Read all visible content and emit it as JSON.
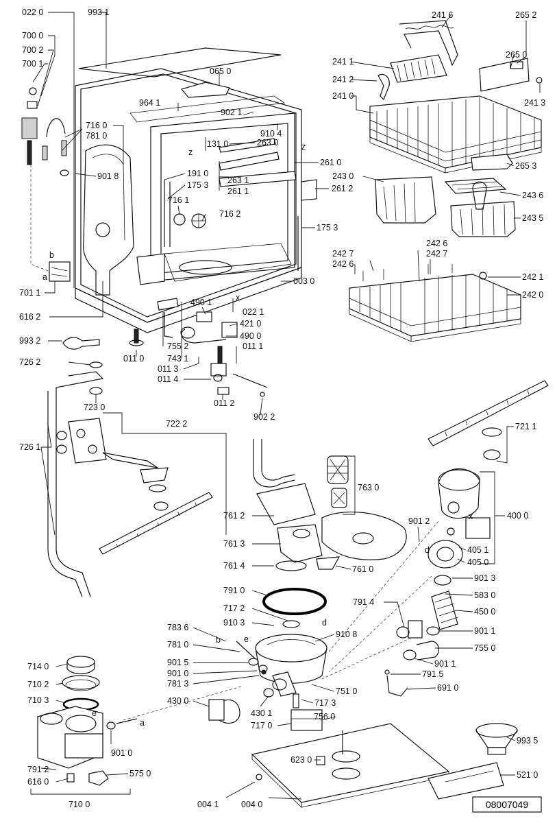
{
  "reference": "08007049",
  "labels": [
    {
      "id": "022_0",
      "text": "022 0"
    },
    {
      "id": "993_1",
      "text": "993 1"
    },
    {
      "id": "700_0",
      "text": "700 0"
    },
    {
      "id": "700_2",
      "text": "700 2"
    },
    {
      "id": "700_1",
      "text": "700 1"
    },
    {
      "id": "065_0",
      "text": "065 0"
    },
    {
      "id": "964_1",
      "text": "964 1"
    },
    {
      "id": "902_1",
      "text": "902 1"
    },
    {
      "id": "716_0",
      "text": "716 0"
    },
    {
      "id": "781_0a",
      "text": "781 0"
    },
    {
      "id": "910_4",
      "text": "910 4"
    },
    {
      "id": "131_0",
      "text": "131 0"
    },
    {
      "id": "263_0",
      "text": "263 0"
    },
    {
      "id": "261_0",
      "text": "261 0"
    },
    {
      "id": "191_0",
      "text": "191 0"
    },
    {
      "id": "175_3a",
      "text": "175 3"
    },
    {
      "id": "263_1",
      "text": "263 1"
    },
    {
      "id": "261_1",
      "text": "261 1"
    },
    {
      "id": "261_2",
      "text": "261 2"
    },
    {
      "id": "901_8",
      "text": "901 8"
    },
    {
      "id": "716_1",
      "text": "716 1"
    },
    {
      "id": "716_2",
      "text": "716 2"
    },
    {
      "id": "175_3b",
      "text": "175 3"
    },
    {
      "id": "701_1",
      "text": "701 1"
    },
    {
      "id": "003_0",
      "text": "003 0"
    },
    {
      "id": "490_1",
      "text": "490 1"
    },
    {
      "id": "022_1",
      "text": "022 1"
    },
    {
      "id": "616_2",
      "text": "616 2"
    },
    {
      "id": "421_0",
      "text": "421 0"
    },
    {
      "id": "490_0",
      "text": "490 0"
    },
    {
      "id": "993_2",
      "text": "993 2"
    },
    {
      "id": "755_2",
      "text": "755 2"
    },
    {
      "id": "011_1",
      "text": "011 1"
    },
    {
      "id": "011_0",
      "text": "011 0"
    },
    {
      "id": "743_1",
      "text": "743 1"
    },
    {
      "id": "011_3",
      "text": "011 3"
    },
    {
      "id": "011_4",
      "text": "011 4"
    },
    {
      "id": "011_2",
      "text": "011 2"
    },
    {
      "id": "902_2",
      "text": "902 2"
    },
    {
      "id": "726_2",
      "text": "726 2"
    },
    {
      "id": "723_0",
      "text": "723 0"
    },
    {
      "id": "722_2",
      "text": "722 2"
    },
    {
      "id": "726_1",
      "text": "726 1"
    },
    {
      "id": "241_6",
      "text": "241 6"
    },
    {
      "id": "265_2",
      "text": "265 2"
    },
    {
      "id": "241_1",
      "text": "241 1"
    },
    {
      "id": "265_0",
      "text": "265 0"
    },
    {
      "id": "241_2",
      "text": "241 2"
    },
    {
      "id": "241_3",
      "text": "241 3"
    },
    {
      "id": "241_0",
      "text": "241 0"
    },
    {
      "id": "243_0",
      "text": "243 0"
    },
    {
      "id": "265_3",
      "text": "265 3"
    },
    {
      "id": "243_6",
      "text": "243 6"
    },
    {
      "id": "243_5",
      "text": "243 5"
    },
    {
      "id": "242_7a",
      "text": "242 7"
    },
    {
      "id": "242_6a",
      "text": "242 6"
    },
    {
      "id": "242_7b",
      "text": "242 7"
    },
    {
      "id": "242_6b",
      "text": "242 6"
    },
    {
      "id": "242_1",
      "text": "242 1"
    },
    {
      "id": "242_0",
      "text": "242 0"
    },
    {
      "id": "721_1",
      "text": "721 1"
    },
    {
      "id": "763_0",
      "text": "763 0"
    },
    {
      "id": "400_0",
      "text": "400 0"
    },
    {
      "id": "761_2",
      "text": "761 2"
    },
    {
      "id": "901_2",
      "text": "901 2"
    },
    {
      "id": "405_1",
      "text": "405 1"
    },
    {
      "id": "761_3",
      "text": "761 3"
    },
    {
      "id": "405_0",
      "text": "405 0"
    },
    {
      "id": "761_4",
      "text": "761 4"
    },
    {
      "id": "761_0",
      "text": "761 0"
    },
    {
      "id": "901_3",
      "text": "901 3"
    },
    {
      "id": "791_0",
      "text": "791 0"
    },
    {
      "id": "583_0",
      "text": "583 0"
    },
    {
      "id": "791_4",
      "text": "791 4"
    },
    {
      "id": "717_2",
      "text": "717 2"
    },
    {
      "id": "450_0",
      "text": "450 0"
    },
    {
      "id": "910_3",
      "text": "910 3"
    },
    {
      "id": "783_6",
      "text": "783 6"
    },
    {
      "id": "910_8",
      "text": "910 8"
    },
    {
      "id": "901_1a",
      "text": "901 1"
    },
    {
      "id": "781_0b",
      "text": "781 0"
    },
    {
      "id": "755_0",
      "text": "755 0"
    },
    {
      "id": "714_0",
      "text": "714 0"
    },
    {
      "id": "901_5",
      "text": "901 5"
    },
    {
      "id": "901_1b",
      "text": "901 1"
    },
    {
      "id": "901_0a",
      "text": "901 0"
    },
    {
      "id": "791_5",
      "text": "791 5"
    },
    {
      "id": "710_2",
      "text": "710 2"
    },
    {
      "id": "781_3",
      "text": "781 3"
    },
    {
      "id": "751_0",
      "text": "751 0"
    },
    {
      "id": "691_0",
      "text": "691 0"
    },
    {
      "id": "710_3",
      "text": "710 3"
    },
    {
      "id": "430_0",
      "text": "430 0"
    },
    {
      "id": "430_1",
      "text": "430 1"
    },
    {
      "id": "717_3",
      "text": "717 3"
    },
    {
      "id": "756_0",
      "text": "756 0"
    },
    {
      "id": "717_0",
      "text": "717 0"
    },
    {
      "id": "901_0b",
      "text": "901 0"
    },
    {
      "id": "993_5",
      "text": "993 5"
    },
    {
      "id": "791_2",
      "text": "791 2"
    },
    {
      "id": "623_0",
      "text": "623 0"
    },
    {
      "id": "616_0",
      "text": "616 0"
    },
    {
      "id": "575_0",
      "text": "575 0"
    },
    {
      "id": "521_0",
      "text": "521 0"
    },
    {
      "id": "710_0",
      "text": "710 0"
    },
    {
      "id": "004_1",
      "text": "004 1"
    },
    {
      "id": "004_0",
      "text": "004 0"
    }
  ],
  "letters": {
    "b1": "b",
    "a1": "a",
    "z1": "z",
    "z2": "z",
    "x1": "x",
    "x2": "x",
    "d1": "d",
    "d2": "d",
    "e1": "e",
    "e2": "e",
    "a2": "a",
    "b2": "b"
  }
}
